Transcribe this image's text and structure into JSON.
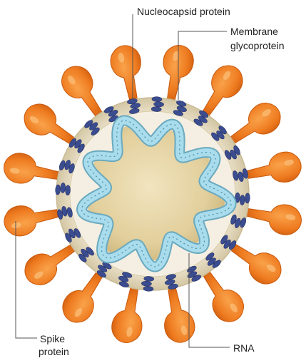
{
  "labels": {
    "nucleocapsid": "Nucleocapsid protein",
    "membrane_line1": "Membrane",
    "membrane_line2": "glycoprotein",
    "spike_line1": "Spike",
    "spike_line2": "protein",
    "rna": "RNA"
  },
  "colors": {
    "spike": "#ee7a1f",
    "spike_edge": "#c8580c",
    "envelope": "#e6dcc2",
    "membrane_protein": "#3b4d8f",
    "rna_helix": "#9fd3e6",
    "core": "#e7d7ac",
    "leader_line": "#555555"
  },
  "counts": {
    "spikes": 16,
    "membrane_proteins": 24
  },
  "icons": {
    "spike": "spike-protein-icon",
    "membrane": "membrane-glycoprotein-icon"
  }
}
